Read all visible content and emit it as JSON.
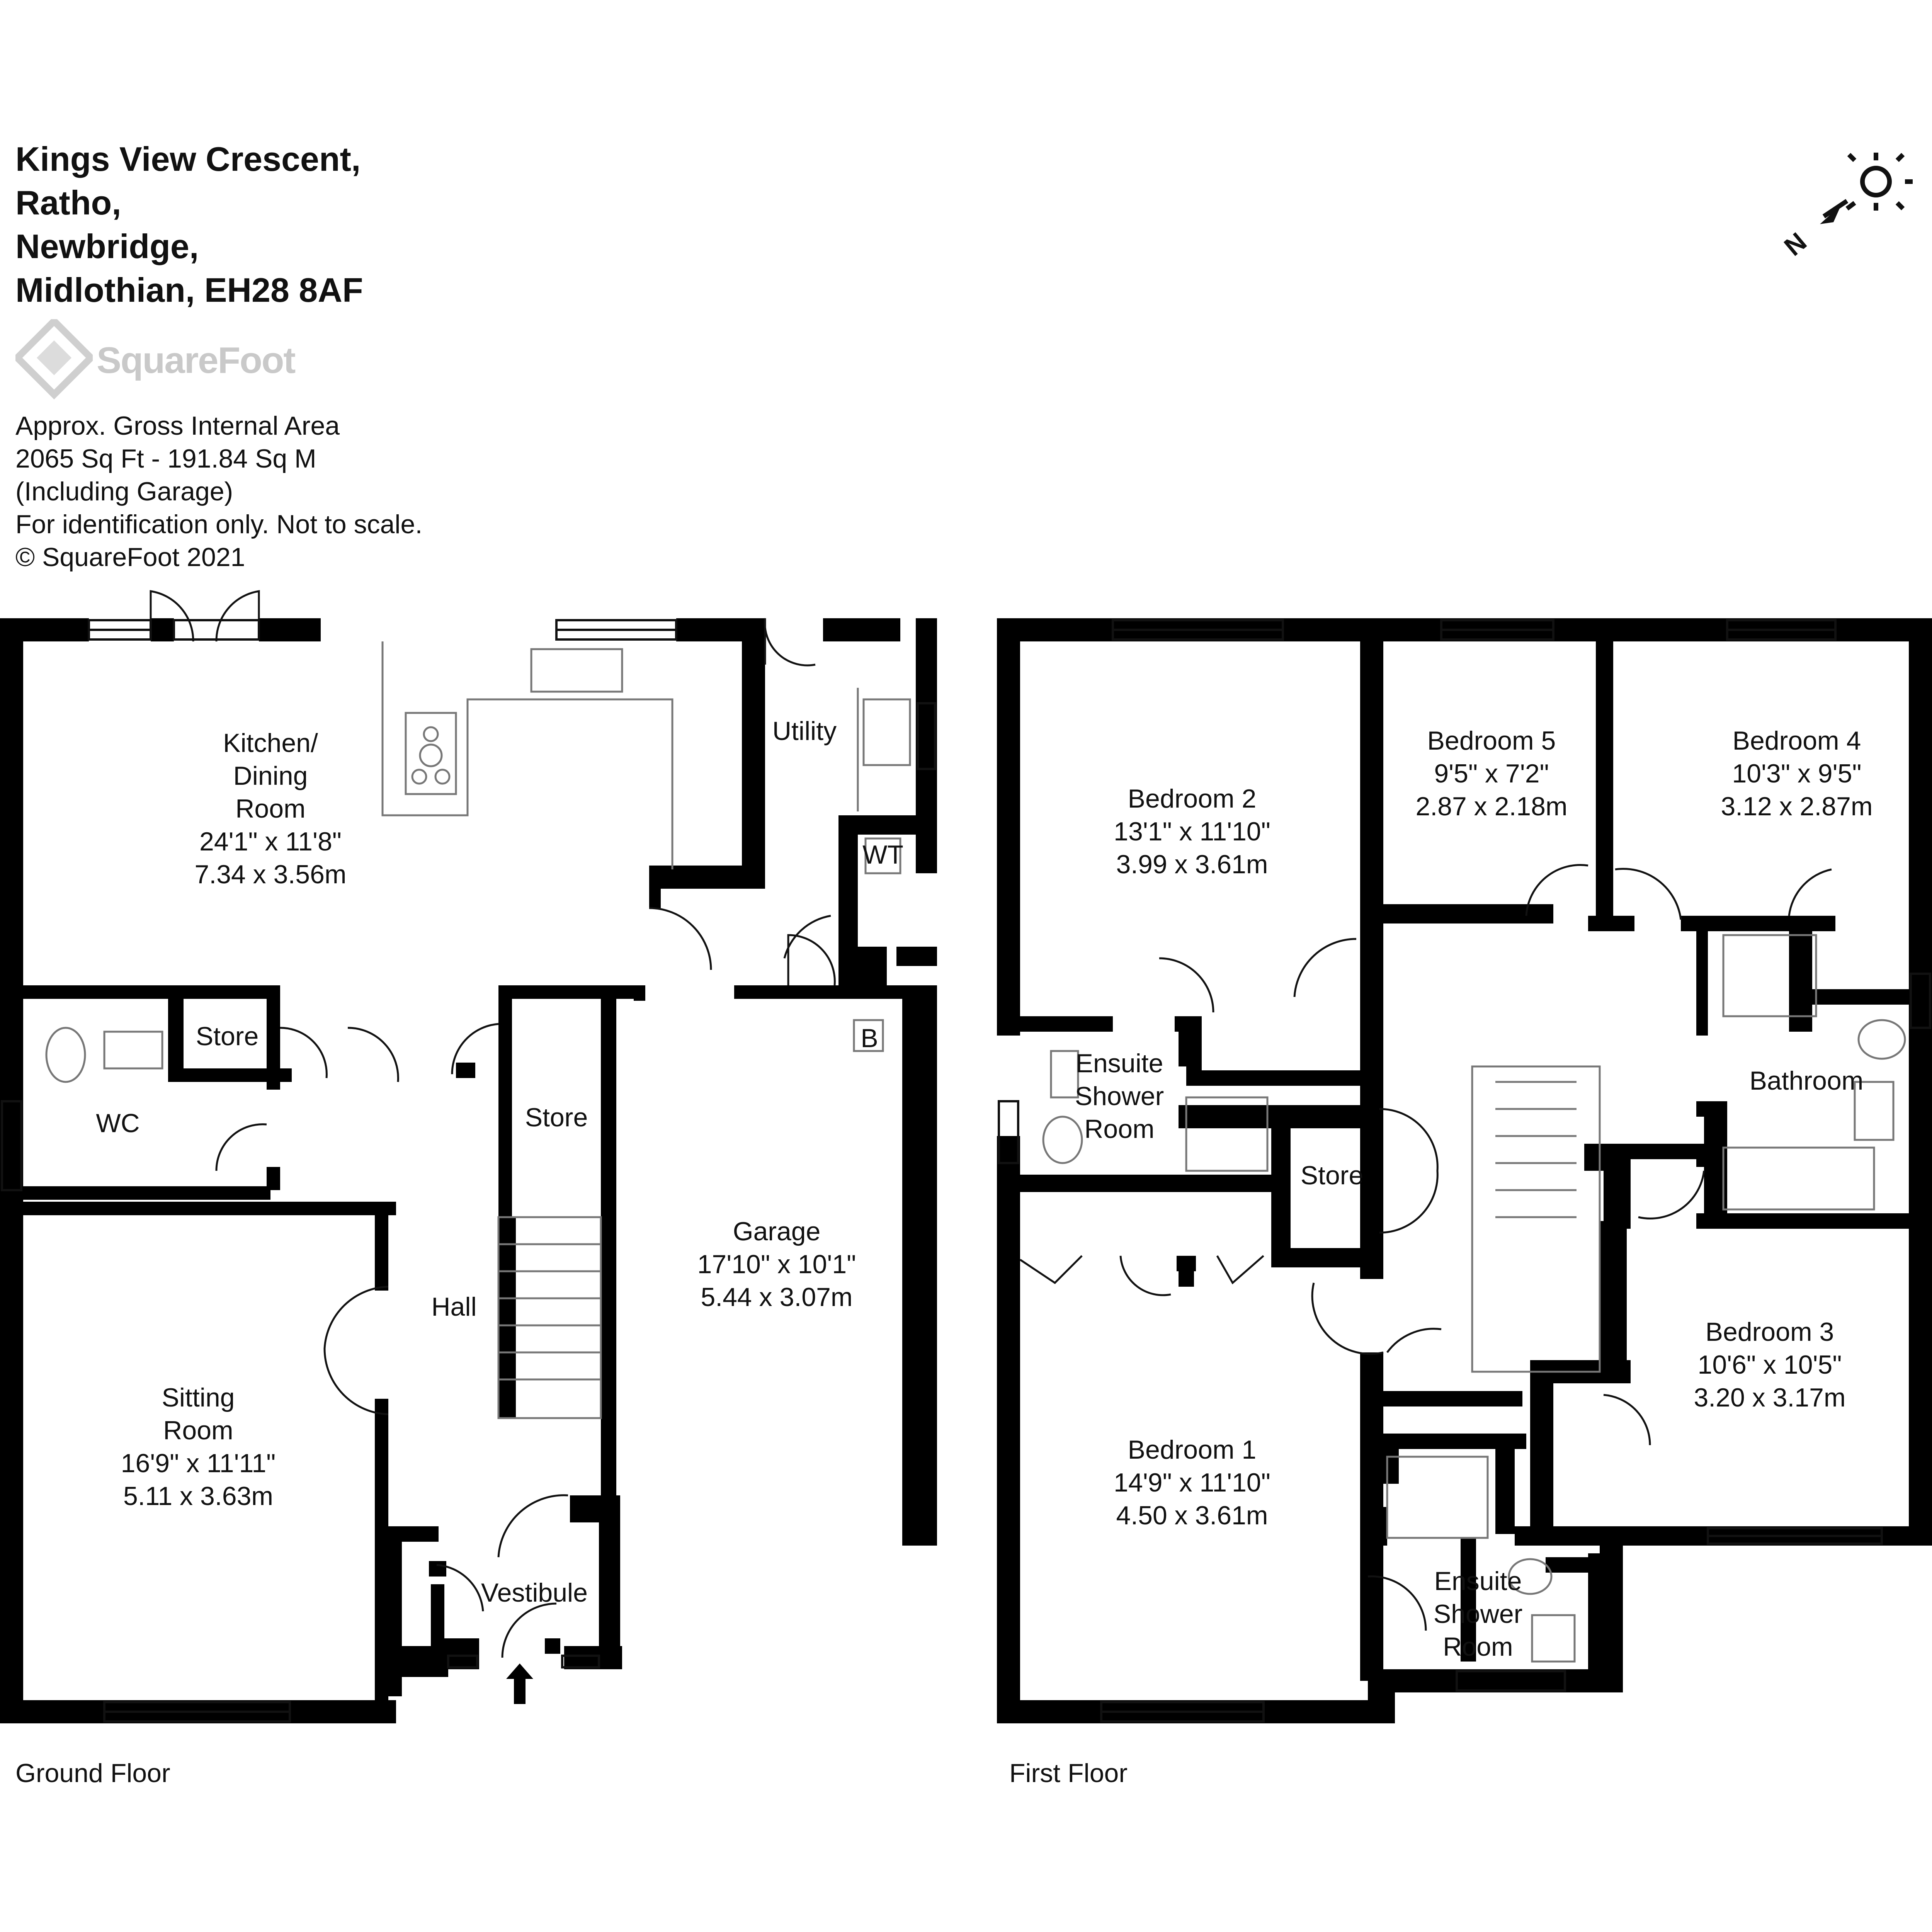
{
  "address": {
    "line1": "Kings View Crescent,",
    "line2": "Ratho,",
    "line3": "Newbridge,",
    "line4": "Midlothian, EH28 8AF"
  },
  "logo": {
    "text": "SquareFoot",
    "icon": "diamond-logo-icon"
  },
  "info": {
    "line1": "Approx. Gross Internal Area",
    "line2": "2065 Sq Ft  -  191.84 Sq M",
    "line3": "(Including Garage)",
    "line4": "For identification only. Not to scale.",
    "line5": "© SquareFoot 2021"
  },
  "compass": {
    "label": "N",
    "icon": "sun-compass-icon"
  },
  "ground_floor": {
    "label": "Ground Floor",
    "kitchen": {
      "n1": "Kitchen/",
      "n2": "Dining",
      "n3": "Room",
      "imp": "24'1\" x 11'8\"",
      "met": "7.34 x 3.56m"
    },
    "utility": {
      "n1": "Utility"
    },
    "wt": "WT",
    "boiler": "B",
    "wc": {
      "n1": "WC"
    },
    "store1": {
      "n1": "Store"
    },
    "store2": {
      "n1": "Store"
    },
    "hall": {
      "n1": "Hall"
    },
    "garage": {
      "n1": "Garage",
      "imp": "17'10\" x 10'1\"",
      "met": "5.44 x 3.07m"
    },
    "sitting": {
      "n1": "Sitting",
      "n2": "Room",
      "imp": "16'9\" x 11'11\"",
      "met": "5.11 x 3.63m"
    },
    "vestibule": {
      "n1": "Vestibule"
    }
  },
  "first_floor": {
    "label": "First Floor",
    "bed2": {
      "n1": "Bedroom 2",
      "imp": "13'1\" x 11'10\"",
      "met": "3.99 x 3.61m"
    },
    "bed5": {
      "n1": "Bedroom 5",
      "imp": "9'5\" x 7'2\"",
      "met": "2.87 x 2.18m"
    },
    "bed4": {
      "n1": "Bedroom 4",
      "imp": "10'3\" x 9'5\"",
      "met": "3.12 x 2.87m"
    },
    "ensuite1": {
      "n1": "Ensuite",
      "n2": "Shower",
      "n3": "Room"
    },
    "bathroom": {
      "n1": "Bathroom"
    },
    "store": {
      "n1": "Store"
    },
    "bed1": {
      "n1": "Bedroom 1",
      "imp": "14'9\" x 11'10\"",
      "met": "4.50 x 3.61m"
    },
    "bed3": {
      "n1": "Bedroom 3",
      "imp": "10'6\" x 10'5\"",
      "met": "3.20 x 3.17m"
    },
    "ensuite2": {
      "n1": "Ensuite",
      "n2": "Shower",
      "n3": "Room"
    }
  }
}
